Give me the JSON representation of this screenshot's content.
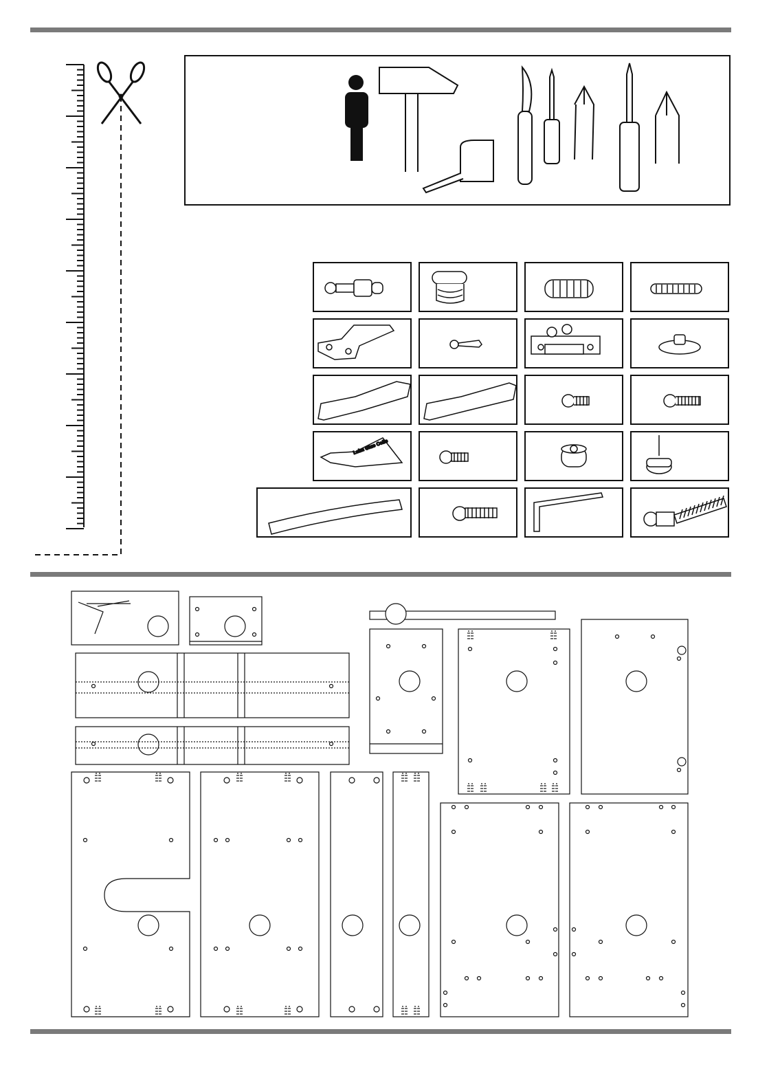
{
  "page": {
    "background": "#ffffff",
    "line_color": "#111111",
    "rule_color": "#7a7a7a"
  },
  "tools": [
    "person-icon",
    "hammer-icon",
    "tape-measure-icon",
    "knife-icon",
    "screwdriver-small-icon",
    "flat-bit-icon",
    "screwdriver-large-icon",
    "phillips-bit-icon"
  ],
  "hardware": {
    "rows": [
      [
        "cam-bolt-icon",
        "cam-lock-icon",
        "wood-dowel-large-icon",
        "wood-dowel-small-icon"
      ],
      [
        "hinge-icon",
        "wood-screw-icon",
        "hinge-plate-icon",
        "glide-icon"
      ],
      [
        "drawer-rail-left-icon",
        "drawer-rail-right-icon",
        "euro-screw-short-icon",
        "euro-screw-long-icon"
      ],
      [
        "glue-tube-icon",
        "machine-screw-short-icon",
        "spacer-ring-icon",
        "nail-glide-icon"
      ],
      [
        "handle-icon",
        "machine-screw-long-icon",
        "allen-key-icon",
        "confirmat-screw-icon"
      ]
    ],
    "glue_label": "Leim Glue Colle"
  },
  "panels": [
    "panel-a",
    "panel-b",
    "panel-c",
    "panel-d",
    "panel-e",
    "panel-f",
    "panel-g",
    "panel-h",
    "panel-i",
    "panel-j",
    "panel-k",
    "panel-l",
    "panel-m",
    "panel-n",
    "panel-o"
  ]
}
